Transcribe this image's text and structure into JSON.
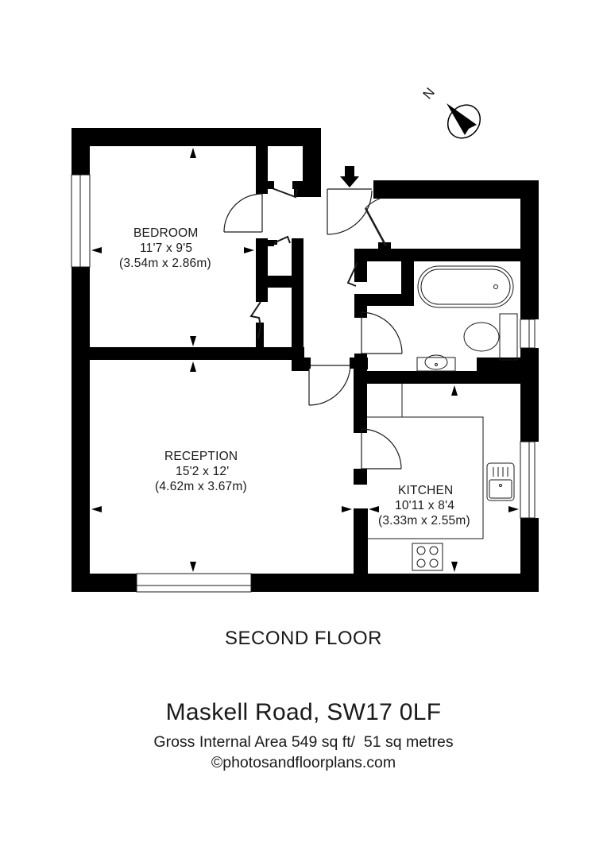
{
  "plan": {
    "floor": "SECOND FLOOR",
    "compass": {
      "label": "N",
      "icon": "north-arrow-icon"
    },
    "entrance_icon": "entrance-arrow-icon",
    "colors": {
      "wall": "#000000",
      "line": "#1a1a1a",
      "background": "#ffffff"
    },
    "rooms": [
      {
        "name": "BEDROOM",
        "imperial": "11'7 x 9'5",
        "metric": "(3.54m x 2.86m)"
      },
      {
        "name": "RECEPTION",
        "imperial": "15'2 x 12'",
        "metric": "(4.62m x 3.67m)"
      },
      {
        "name": "KITCHEN",
        "imperial": "10'11 x 8'4",
        "metric": "(3.33m x 2.55m)"
      }
    ]
  },
  "footer": {
    "address": "Maskell Road, SW17 0LF",
    "area": "Gross Internal Area 549 sq ft/  51 sq metres",
    "copyright": "©photosandfloorplans.com"
  }
}
